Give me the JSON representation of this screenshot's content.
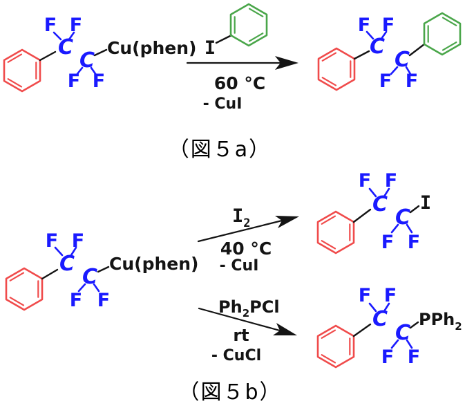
{
  "colors": {
    "red": "#f04b4b",
    "blue": "#1a1aff",
    "green": "#4aa64a",
    "black": "#141414",
    "background": "#ffffff"
  },
  "atoms": {
    "carbon": "C",
    "fluorine": "F"
  },
  "scheme_a": {
    "caption": "（図５a）",
    "reactant_label": "Cu(phen)",
    "reagent_iodine": "I",
    "temperature": "60 °C",
    "byproduct": "- CuI"
  },
  "scheme_b": {
    "caption": "（図５b）",
    "reactant_label": "Cu(phen)",
    "top_path": {
      "reagent_base": "I",
      "reagent_sub": "2",
      "temperature": "40 °C",
      "byproduct": "- CuI",
      "product_iodine": "I"
    },
    "bottom_path": {
      "reagent_part1": "Ph",
      "reagent_sub": "2",
      "reagent_part2": "PCl",
      "temperature": "rt",
      "byproduct": "- CuCl",
      "product_base": "PPh",
      "product_sub": "2"
    }
  }
}
